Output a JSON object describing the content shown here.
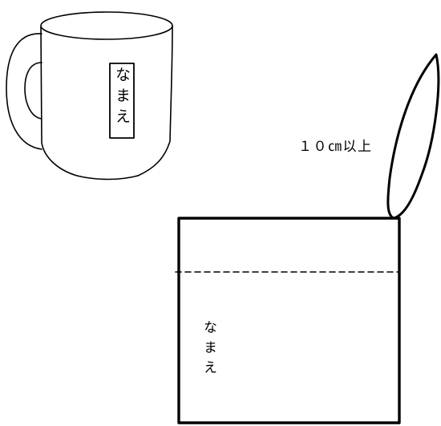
{
  "colors": {
    "stroke": "#000000",
    "background": "#ffffff"
  },
  "mug": {
    "label_text": "なまえ"
  },
  "bag": {
    "label_text": "なまえ",
    "strap_length_label": "１０㎝以上"
  }
}
